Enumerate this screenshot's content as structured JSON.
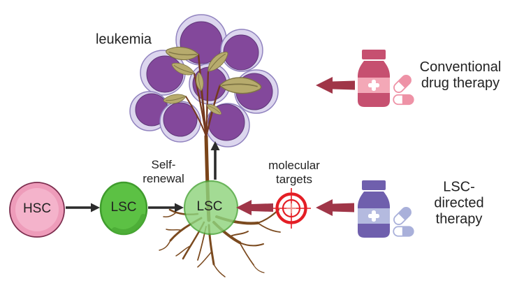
{
  "labels": {
    "leukemia": "leukemia"
  },
  "nodes": {
    "hsc": "HSC",
    "lsc1": "LSC",
    "lsc2": "LSC"
  },
  "annotations": {
    "self_renewal": "Self-\nrenewal",
    "molecular_targets": "molecular\ntargets"
  },
  "therapies": {
    "conventional": "Conventional\ndrug therapy",
    "lsc_directed": "LSC-directed\ntherapy"
  },
  "icons": {
    "conventional_drug": "pill-bottle-icon",
    "conventional_pills": "capsule-pills-icon",
    "lsc_drug": "pill-bottle-icon",
    "lsc_pills": "capsule-pills-icon",
    "molecular_target": "crosshair-target-icon",
    "leukemia_cells": "cell-cluster-icon",
    "plant": "plant-with-roots-icon",
    "progression_arrows": "black-arrow-icon",
    "therapy_arrows": "red-block-arrow-icon"
  },
  "colors": {
    "text_black": "#222222",
    "cell_purple": "#83489b",
    "cell_ring": "#dcd6ee",
    "cell_ring_border": "#9183bf",
    "nucleus_border": "#5f3779",
    "leaf": "#b7ab6d",
    "leaf_edge": "#7e7444",
    "stem": "#74391f",
    "trunk": "#7a4419",
    "root": "#7b4a1f",
    "hsc_outer": "#ee9cba",
    "hsc_inner": "#f4b3cb",
    "hsc_border": "#7c2d4e",
    "lsc_fill": "#5cc144",
    "lsc_border": "#3f9c2d",
    "lsc_shade": "#4aaa35",
    "lsc2_fill": "#8fd47d",
    "lsc2_border": "#49a437",
    "arrow_black": "#2b2b2b",
    "arrow_red": "#a03648",
    "target_red": "#e41e25",
    "target_soft": "#f0938f",
    "rose_bottle": "#c65070",
    "rose_label": "#f3a8b7",
    "rose_pill": "#ee92a6",
    "violet_bottle": "#6f5fad",
    "violet_label": "#b4badf",
    "violet_pill": "#a9b0da"
  }
}
